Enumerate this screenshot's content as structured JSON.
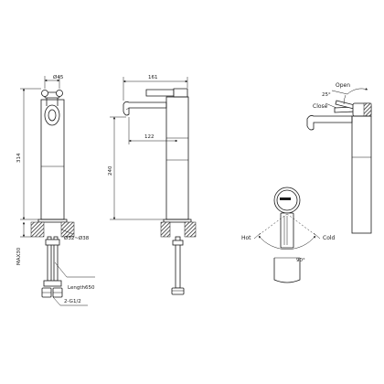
{
  "dimensions": {
    "total_height": "314",
    "max_deck": "MAX30",
    "handle_diameter": "45",
    "spout_width": "161",
    "spout_reach": "122",
    "spout_height": "240",
    "hole_diameter": "Ø32~Ø38",
    "hose_length": "Length650",
    "connection": "2-G1/2"
  },
  "operation": {
    "open_label": "Open",
    "close_label": "Close",
    "tilt_angle": "25°",
    "hot_label": "Hot",
    "cold_label": "Cold",
    "rotation_angle": "90°"
  }
}
